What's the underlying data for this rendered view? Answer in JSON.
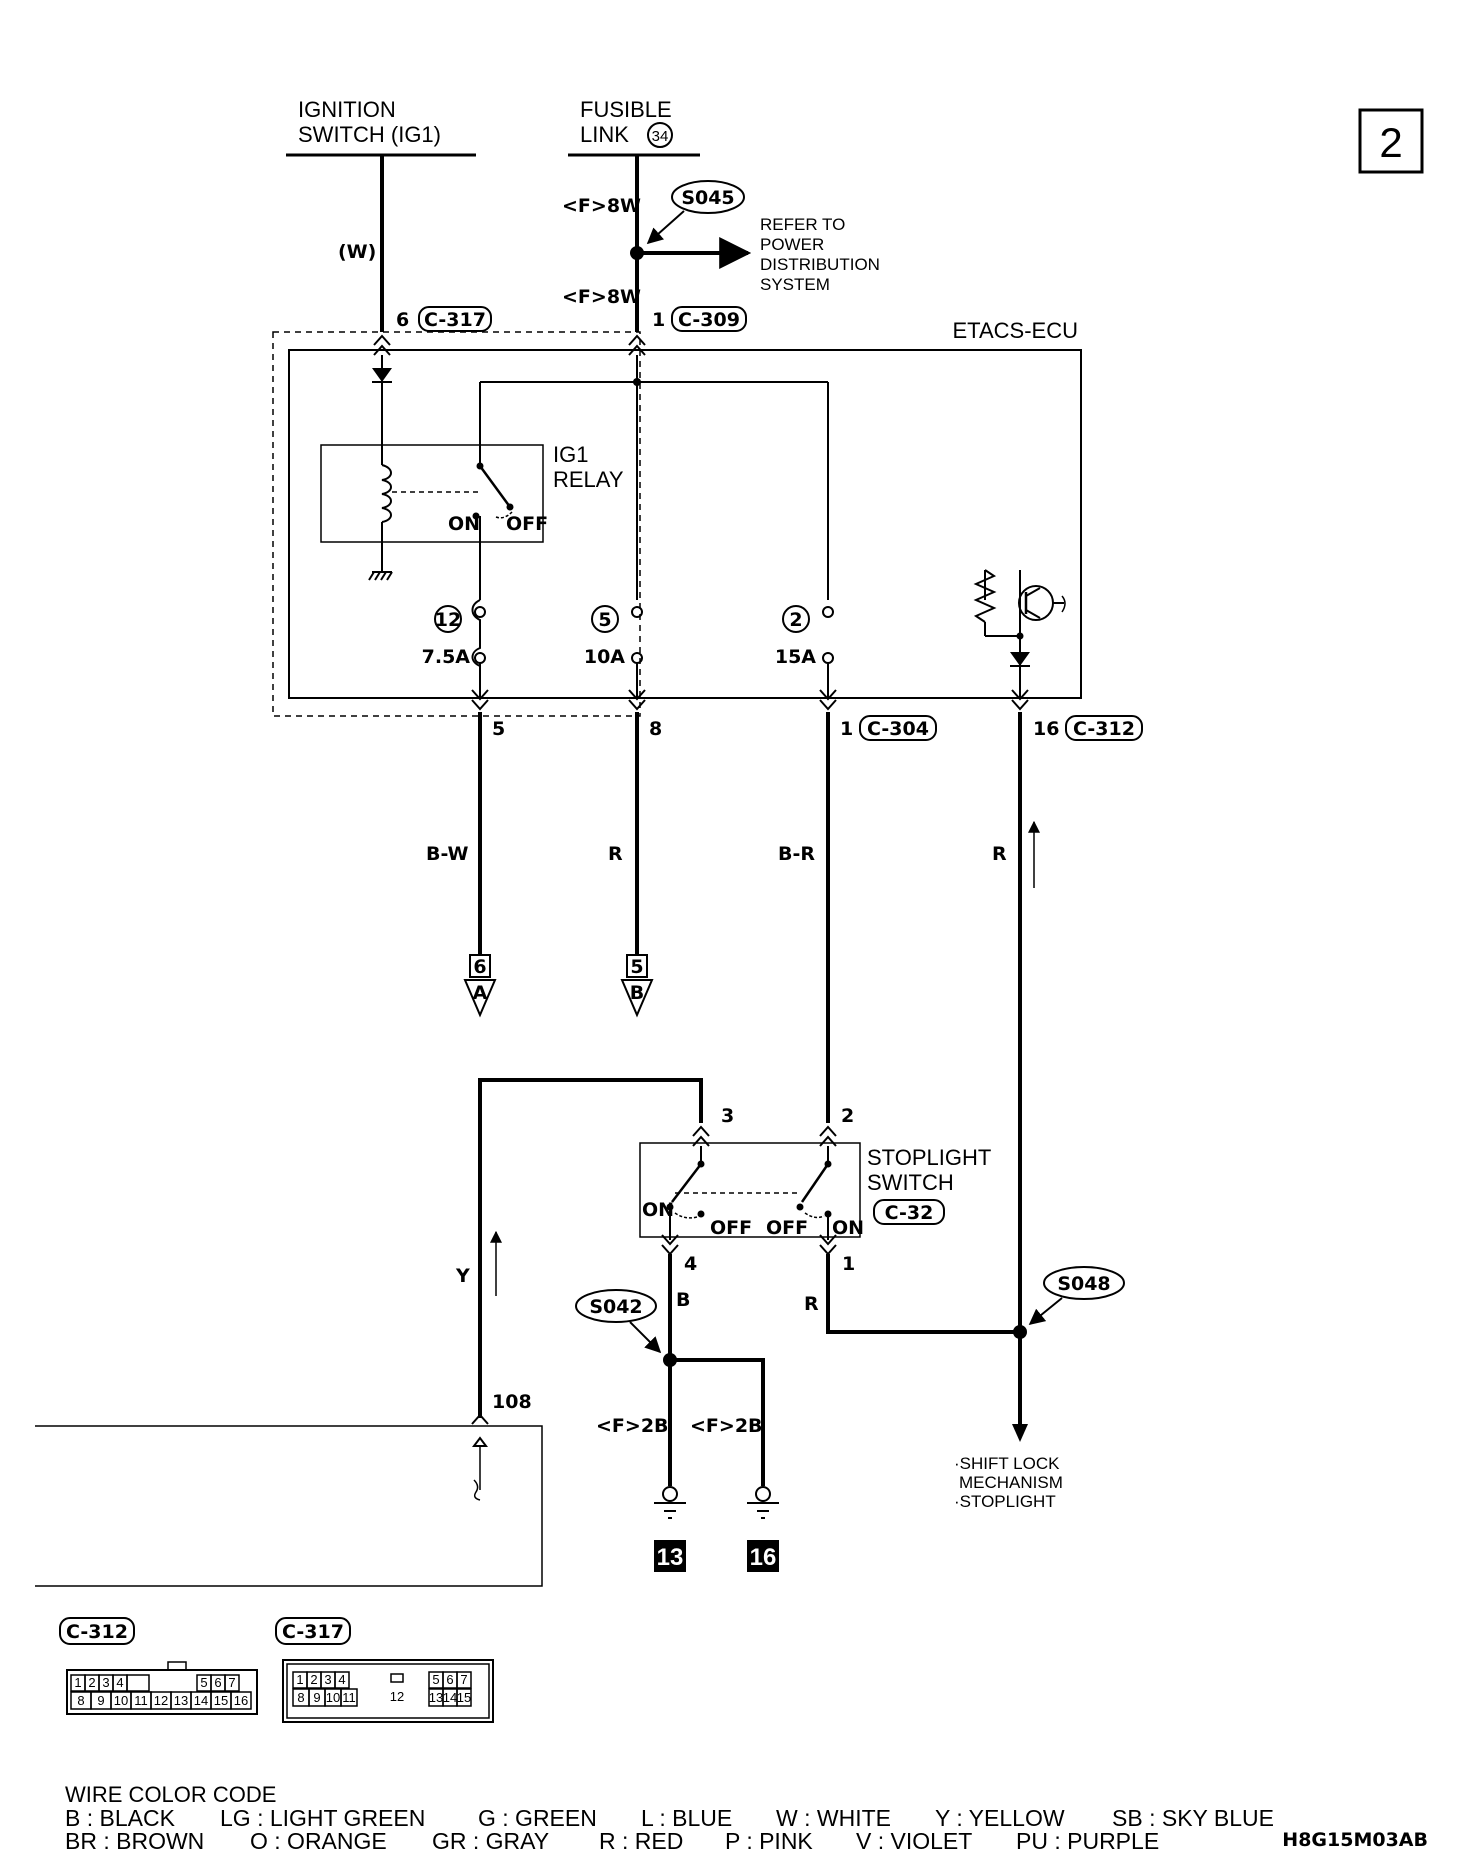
{
  "page_number": "2",
  "figure_code": "H8G15M03AB",
  "sources": {
    "ignition": {
      "line1": "IGNITION",
      "line2": "SWITCH (IG1)"
    },
    "fusible": {
      "line1": "FUSIBLE",
      "line2": "LINK",
      "number": "34"
    }
  },
  "splices": {
    "s045": "S045",
    "s042": "S042",
    "s048": "S048"
  },
  "refer_to": [
    "REFER TO",
    "POWER",
    "DISTRIBUTION",
    "SYSTEM"
  ],
  "ecu": {
    "title": "ETACS-ECU"
  },
  "relay": {
    "line1": "IG1",
    "line2": "RELAY",
    "on": "ON",
    "off": "OFF"
  },
  "fuses": [
    {
      "num": "12",
      "rating": "7.5A"
    },
    {
      "num": "5",
      "rating": "10A"
    },
    {
      "num": "2",
      "rating": "15A"
    }
  ],
  "wires": {
    "w_label": "(W)",
    "f8w_top": "<F>8W",
    "f8w_bottom": "<F>8W",
    "bw": "B-W",
    "r1": "R",
    "br": "B-R",
    "r2": "R",
    "y": "Y",
    "b": "B",
    "r3": "R",
    "f2b_left": "<F>2B",
    "f2b_right": "<F>2B"
  },
  "pins": {
    "c317_pin": "6",
    "c317": "C-317",
    "c309_pin": "1",
    "c309": "C-309",
    "p5": "5",
    "p8": "8",
    "c304_pin": "1",
    "c304": "C-304",
    "c312_pin": "16",
    "c312": "C-312",
    "sw3": "3",
    "sw2": "2",
    "sw4": "4",
    "sw1": "1",
    "p108": "108"
  },
  "connectors_off": [
    {
      "num": "6",
      "letter": "A"
    },
    {
      "num": "5",
      "letter": "B"
    }
  ],
  "stoplight": {
    "line1": "STOPLIGHT",
    "line2": "SWITCH",
    "conn": "C-32",
    "on": "ON",
    "off": "OFF"
  },
  "grounds": [
    "13",
    "16"
  ],
  "shift_lock": [
    "·SHIFT LOCK",
    "MECHANISM",
    "·STOPLIGHT"
  ],
  "connector_views": [
    {
      "name": "C-312",
      "row1": [
        "1",
        "2",
        "3",
        "4",
        "",
        "5",
        "6",
        "7"
      ],
      "row2": [
        "8",
        "9",
        "10",
        "11",
        "12",
        "13",
        "14",
        "15",
        "16"
      ]
    },
    {
      "name": "C-317",
      "row1": [
        "1",
        "2",
        "3",
        "4",
        "",
        "5",
        "6",
        "7"
      ],
      "row2": [
        "8",
        "9",
        "10",
        "11",
        "12",
        "13",
        "14",
        "15"
      ]
    }
  ],
  "legend": {
    "title": "WIRE COLOR CODE",
    "row1": [
      "B : BLACK",
      "LG : LIGHT GREEN",
      "G : GREEN",
      "L : BLUE",
      "W : WHITE",
      "Y : YELLOW",
      "SB : SKY BLUE"
    ],
    "row2": [
      "BR : BROWN",
      "O : ORANGE",
      "GR : GRAY",
      "R : RED",
      "P : PINK",
      "V : VIOLET",
      "PU : PURPLE"
    ]
  }
}
